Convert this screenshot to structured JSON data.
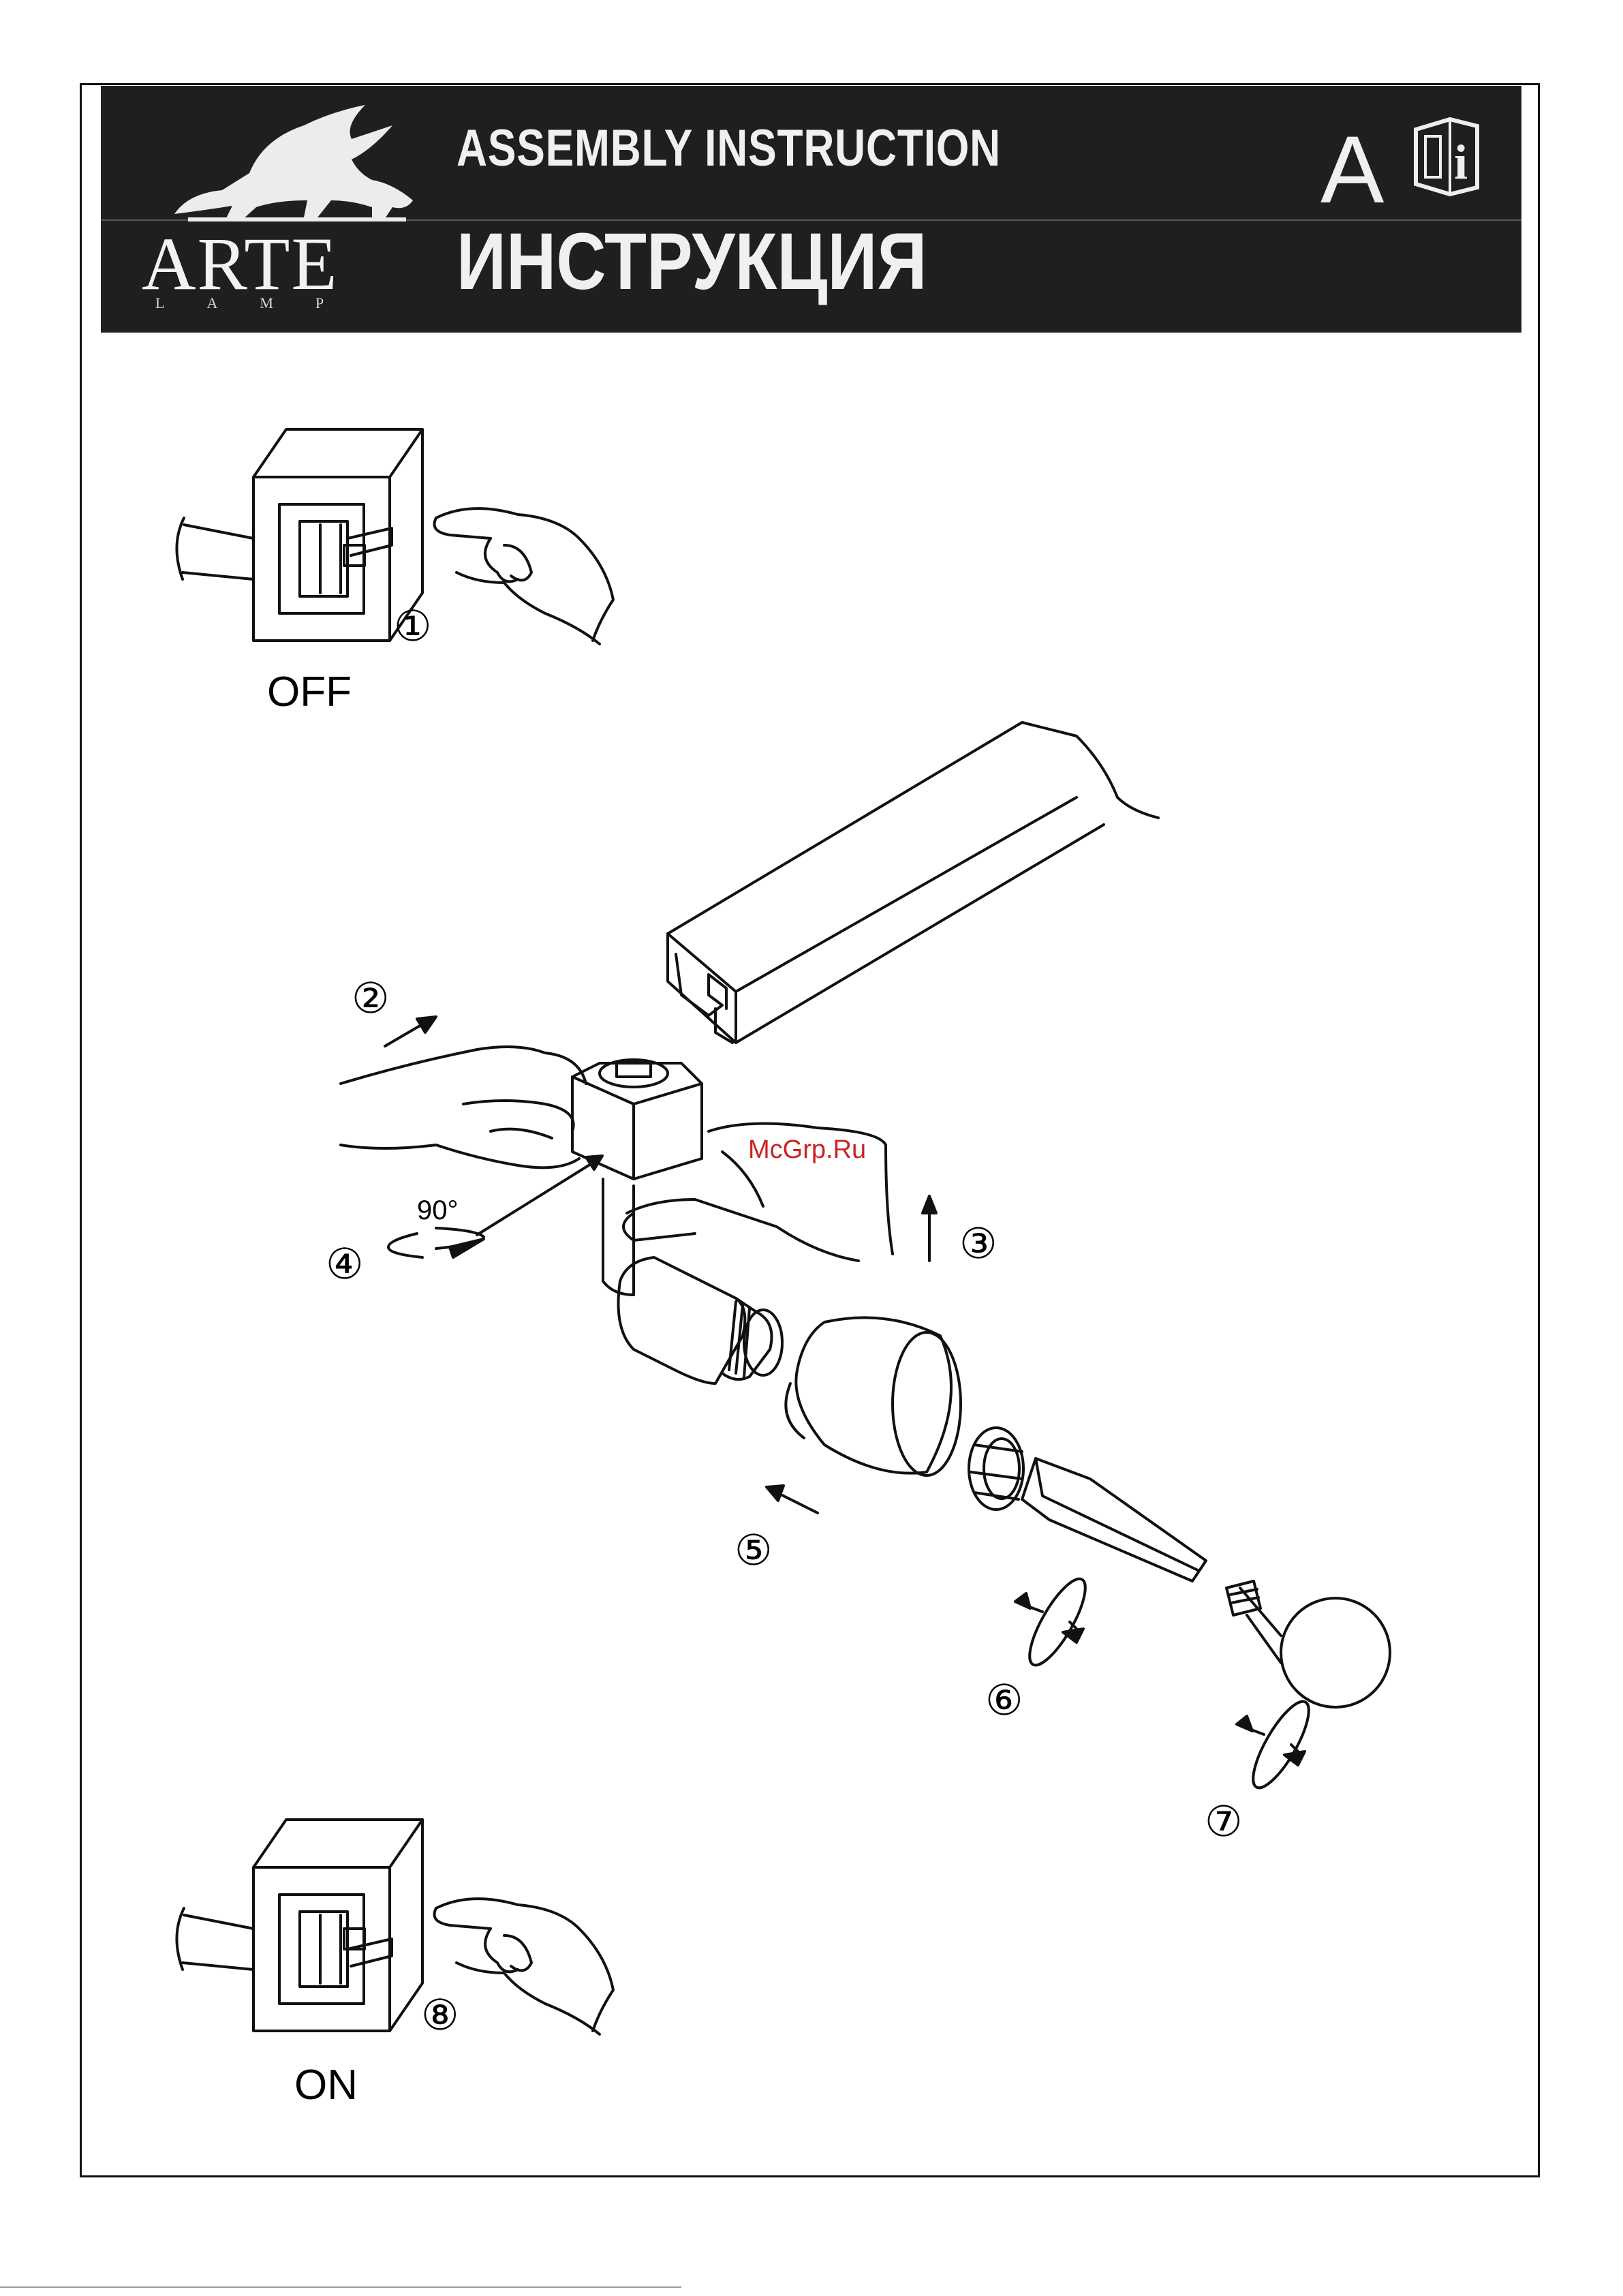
{
  "header": {
    "brand": "ARTE",
    "brand_sub": "LAMP",
    "title_en": "ASSEMBLY INSTRUCTION",
    "title_ru": "ИНСТРУКЦИЯ",
    "letter": "A"
  },
  "watermark": "McGrp.Ru",
  "steps": {
    "off_label": "OFF",
    "on_label": "ON",
    "angle": "90°",
    "n1": "①",
    "n2": "②",
    "n3": "③",
    "n4": "④",
    "n5": "⑤",
    "n6": "⑥",
    "n7": "⑦",
    "n8": "⑧"
  }
}
